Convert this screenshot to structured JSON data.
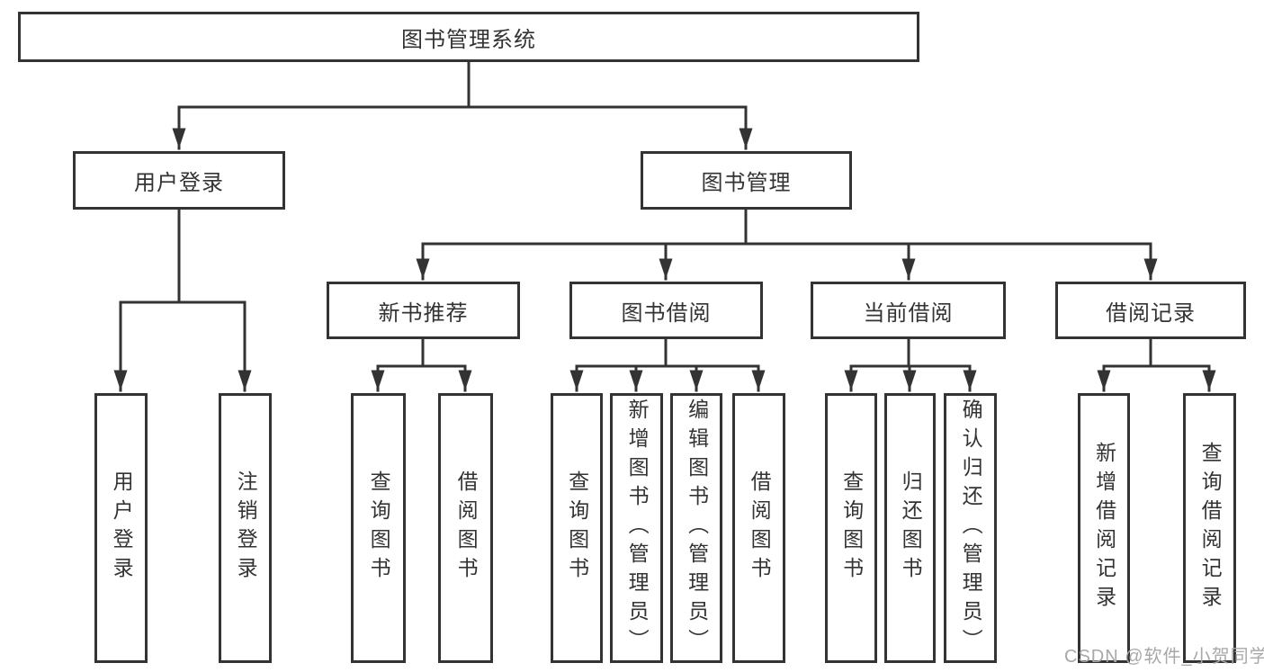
{
  "diagram": {
    "title": "图书管理系统",
    "root": {
      "label": "图书管理系统"
    },
    "branches": [
      {
        "label": "用户登录",
        "children": [
          {
            "label": "用户登录"
          },
          {
            "label": "注销登录"
          }
        ]
      },
      {
        "label": "图书管理",
        "children": [
          {
            "label": "新书推荐",
            "children": [
              {
                "label": "查询图书"
              },
              {
                "label": "借阅图书"
              }
            ]
          },
          {
            "label": "图书借阅",
            "children": [
              {
                "label": "查询图书"
              },
              {
                "label": "新增图书（管理员）"
              },
              {
                "label": "编辑图书（管理员）"
              },
              {
                "label": "借阅图书"
              }
            ]
          },
          {
            "label": "当前借阅",
            "children": [
              {
                "label": "查询图书"
              },
              {
                "label": "归还图书"
              },
              {
                "label": "确认归还（管理员）"
              }
            ]
          },
          {
            "label": "借阅记录",
            "children": [
              {
                "label": "新增借阅记录"
              },
              {
                "label": "查询借阅记录"
              }
            ]
          }
        ]
      }
    ]
  },
  "watermark": {
    "text": "CSDN @软件_小贺同学",
    "color": "#a8a8a8"
  },
  "style": {
    "line_color": "#333333",
    "box_border_color": "#333333",
    "box_background": "#ffffff",
    "text_color": "#333333",
    "canvas_background": "#ffffff"
  }
}
